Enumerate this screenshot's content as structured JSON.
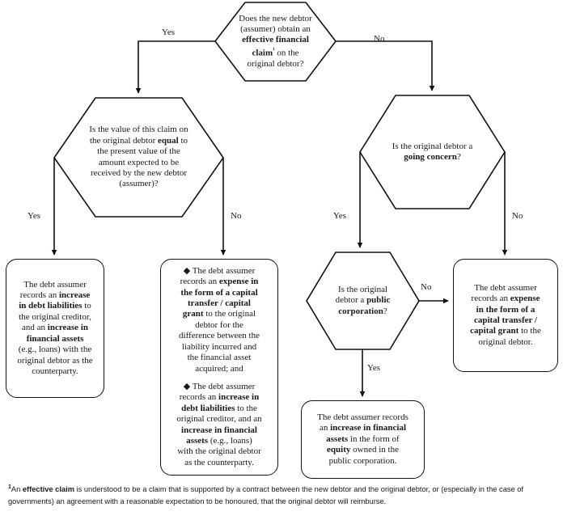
{
  "title": "Debt assumption decision flowchart",
  "nodes": {
    "q1": {
      "id": "q1",
      "shape": "hexagon",
      "text_plain": "Does the new debtor (assumer) obtain an effective financial claim¹ on the original debtor?",
      "lines": [
        [
          {
            "t": "Does the new debtor",
            "b": false
          }
        ],
        [
          {
            "t": "(assumer) obtain an",
            "b": false
          }
        ],
        [
          {
            "t": "effective financial",
            "b": true
          }
        ],
        [
          {
            "t": "claim",
            "b": true
          },
          {
            "t": "¹",
            "sup": true
          },
          {
            "t": " on the",
            "b": false
          }
        ],
        [
          {
            "t": "original debtor?",
            "b": false
          }
        ]
      ]
    },
    "q2": {
      "id": "q2",
      "shape": "hexagon",
      "text_plain": "Is the value of this claim on the original debtor equal to the present value of the amount expected to be received by the new debtor (assumer)?",
      "lines": [
        [
          {
            "t": "Is the value of this claim on",
            "b": false
          }
        ],
        [
          {
            "t": "the original debtor ",
            "b": false
          },
          {
            "t": "equal",
            "b": true
          },
          {
            "t": " to",
            "b": false
          }
        ],
        [
          {
            "t": "the present value of the",
            "b": false
          }
        ],
        [
          {
            "t": "amount expected to be",
            "b": false
          }
        ],
        [
          {
            "t": "received by the new debtor",
            "b": false
          }
        ],
        [
          {
            "t": "(assumer)?",
            "b": false
          }
        ]
      ]
    },
    "q3": {
      "id": "q3",
      "shape": "hexagon",
      "text_plain": "Is the original debtor a going concern?",
      "lines": [
        [
          {
            "t": "Is the original debtor a",
            "b": false
          }
        ],
        [
          {
            "t": "going concern",
            "b": true
          },
          {
            "t": "?",
            "b": false
          }
        ]
      ]
    },
    "q4": {
      "id": "q4",
      "shape": "hexagon",
      "text_plain": "Is the original debtor a public corporation?",
      "lines": [
        [
          {
            "t": "Is the original",
            "b": false
          }
        ],
        [
          {
            "t": "debtor a ",
            "b": false
          },
          {
            "t": "public",
            "b": true
          }
        ],
        [
          {
            "t": "corporation",
            "b": true
          },
          {
            "t": "?",
            "b": false
          }
        ]
      ]
    },
    "r1": {
      "id": "r1",
      "shape": "rounded-box",
      "text_plain": "The debt assumer records an increase in debt liabilities to the original creditor, and an increase in financial assets (e.g., loans) with the original debtor as the counterparty.",
      "blocks": [
        {
          "bullet": false,
          "lines": [
            [
              {
                "t": "The debt assumer",
                "b": false
              }
            ],
            [
              {
                "t": "records an ",
                "b": false
              },
              {
                "t": "increase",
                "b": true
              }
            ],
            [
              {
                "t": "in debt liabilities",
                "b": true
              },
              {
                "t": " to",
                "b": false
              }
            ],
            [
              {
                "t": "the original creditor,",
                "b": false
              }
            ],
            [
              {
                "t": "and an ",
                "b": false
              },
              {
                "t": "increase in",
                "b": true
              }
            ],
            [
              {
                "t": "financial assets",
                "b": true
              }
            ],
            [
              {
                "t": "(e.g., loans) with the",
                "b": false
              }
            ],
            [
              {
                "t": "original debtor as the",
                "b": false
              }
            ],
            [
              {
                "t": "counterparty.",
                "b": false
              }
            ]
          ]
        }
      ]
    },
    "r2": {
      "id": "r2",
      "shape": "rounded-box",
      "text_plain": "• The debt assumer records an expense in the form of a capital transfer / capital grant to the original debtor for the difference between the liability incurred and the financial asset acquired; and • The debt assumer records an increase in debt liabilities to the original creditor, and an increase in financial assets (e.g., loans) with the original debtor as the counterparty.",
      "blocks": [
        {
          "bullet": true,
          "lines": [
            [
              {
                "t": "◆ The debt assumer",
                "b": false
              }
            ],
            [
              {
                "t": "records an ",
                "b": false
              },
              {
                "t": "expense in",
                "b": true
              }
            ],
            [
              {
                "t": "the form of a capital",
                "b": true
              }
            ],
            [
              {
                "t": "transfer / capital",
                "b": true
              }
            ],
            [
              {
                "t": "grant",
                "b": true
              },
              {
                "t": " to the original",
                "b": false
              }
            ],
            [
              {
                "t": "debtor for the",
                "b": false
              }
            ],
            [
              {
                "t": "difference between the",
                "b": false
              }
            ],
            [
              {
                "t": "liability incurred and",
                "b": false
              }
            ],
            [
              {
                "t": "the financial asset",
                "b": false
              }
            ],
            [
              {
                "t": "acquired; and",
                "b": false
              }
            ]
          ]
        },
        {
          "bullet": true,
          "lines": [
            [
              {
                "t": "◆ The debt assumer",
                "b": false
              }
            ],
            [
              {
                "t": "records an ",
                "b": false
              },
              {
                "t": "increase in",
                "b": true
              }
            ],
            [
              {
                "t": "debt liabilities",
                "b": true
              },
              {
                "t": " to the",
                "b": false
              }
            ],
            [
              {
                "t": "original creditor, and an",
                "b": false
              }
            ],
            [
              {
                "t": "increase in financial",
                "b": true
              }
            ],
            [
              {
                "t": "assets",
                "b": true
              },
              {
                "t": " (e.g., loans)",
                "b": false
              }
            ],
            [
              {
                "t": "with the original debtor",
                "b": false
              }
            ],
            [
              {
                "t": "as the counterparty.",
                "b": false
              }
            ]
          ]
        }
      ]
    },
    "r3": {
      "id": "r3",
      "shape": "rounded-box",
      "text_plain": "The debt assumer records an expense in the form of a capital transfer / capital grant to the original debtor.",
      "blocks": [
        {
          "bullet": false,
          "lines": [
            [
              {
                "t": "The debt assumer",
                "b": false
              }
            ],
            [
              {
                "t": "records an ",
                "b": false
              },
              {
                "t": "expense",
                "b": true
              }
            ],
            [
              {
                "t": "in the form of a",
                "b": true
              }
            ],
            [
              {
                "t": "capital transfer /",
                "b": true
              }
            ],
            [
              {
                "t": "capital grant",
                "b": true
              },
              {
                "t": " to the",
                "b": false
              }
            ],
            [
              {
                "t": "original debtor.",
                "b": false
              }
            ]
          ]
        }
      ]
    },
    "r4": {
      "id": "r4",
      "shape": "rounded-box",
      "text_plain": "The debt assumer records an increase in financial assets in the form of equity owned in the public corporation.",
      "blocks": [
        {
          "bullet": false,
          "lines": [
            [
              {
                "t": "The debt assumer records",
                "b": false
              }
            ],
            [
              {
                "t": "an ",
                "b": false
              },
              {
                "t": "increase in financial",
                "b": true
              }
            ],
            [
              {
                "t": "assets",
                "b": true
              },
              {
                "t": " in the form of",
                "b": false
              }
            ],
            [
              {
                "t": "equity",
                "b": true
              },
              {
                "t": " owned in the",
                "b": false
              }
            ],
            [
              {
                "t": "public corporation.",
                "b": false
              }
            ]
          ]
        }
      ]
    }
  },
  "edge_labels": {
    "q1_yes": "Yes",
    "q1_no": "No",
    "q2_yes": "Yes",
    "q2_no": "No",
    "q3_yes": "Yes",
    "q3_no": "No",
    "q4_yes": "Yes",
    "q4_no": "No"
  },
  "footnote": {
    "marker": "1",
    "segments": [
      {
        "t": "An ",
        "b": false
      },
      {
        "t": "effective claim",
        "b": true
      },
      {
        "t": " is understood to be a claim that is supported by a contract between the new debtor and the original debtor, or (especially in the case of governments) an agreement with a reasonable expectation to be honoured, that the original debtor will reimburse.",
        "b": false
      }
    ],
    "text_plain": "¹ An effective claim is understood to be a claim that is supported by a contract between the new debtor and the original debtor, or (especially in the case of governments) an agreement with a reasonable expectation to be honoured, that the original debtor will reimburse."
  },
  "colors": {
    "stroke": "#111111",
    "text": "#1a1a1a",
    "background": "#ffffff"
  }
}
